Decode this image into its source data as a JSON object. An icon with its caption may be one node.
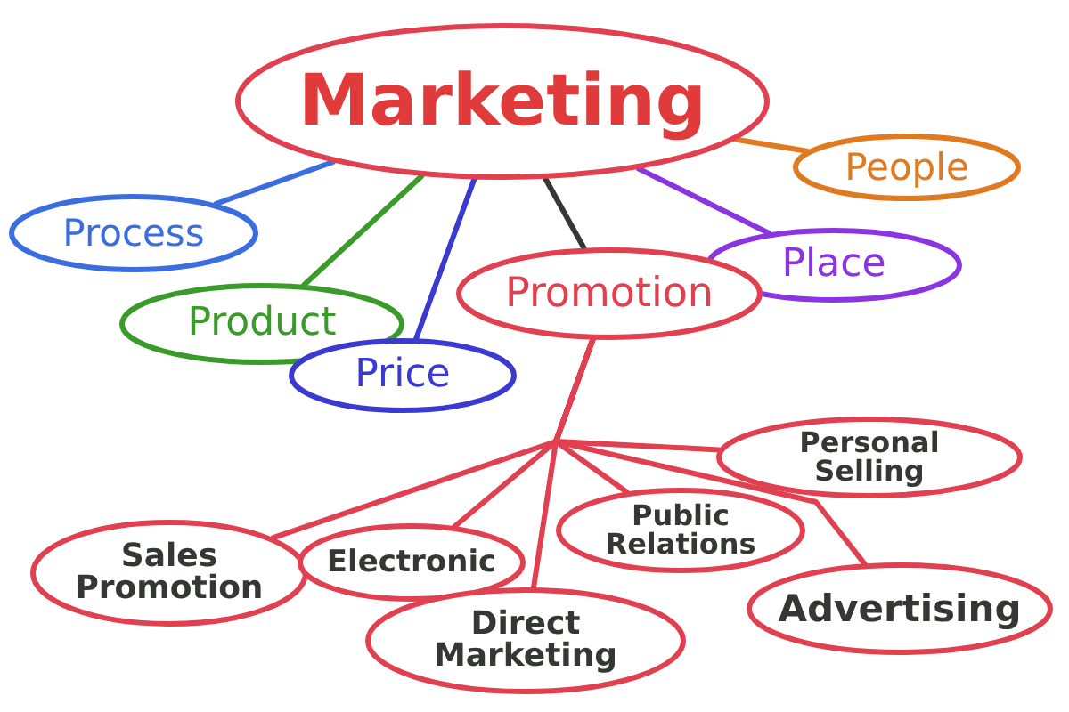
{
  "diagram": {
    "nodes": [
      {
        "text": [
          "Marketing"
        ]
      },
      {
        "text": [
          "People"
        ]
      },
      {
        "text": [
          "Process"
        ]
      },
      {
        "text": [
          "Place"
        ]
      },
      {
        "text": [
          "Product"
        ]
      },
      {
        "text": [
          "Promotion"
        ]
      },
      {
        "text": [
          "Price"
        ]
      },
      {
        "text": [
          "Personal Selling"
        ]
      },
      {
        "text": [
          "Public Relations"
        ]
      },
      {
        "text": [
          "Sales Promotion"
        ]
      },
      {
        "text": [
          "Electronic"
        ]
      },
      {
        "text": [
          "Advertising"
        ]
      },
      {
        "text": [
          "Direct Marketing"
        ]
      }
    ],
    "edges": [
      {
        "from": 0,
        "to": 1,
        "arrow": "none",
        "color": "#e07a20"
      },
      {
        "from": 0,
        "to": 2,
        "arrow": "none",
        "color": "#3a6ee0"
      },
      {
        "from": 0,
        "to": 3,
        "arrow": "none",
        "color": "#8a35e0"
      },
      {
        "from": 0,
        "to": 4,
        "arrow": "none",
        "color": "#3a9a2a"
      },
      {
        "from": 0,
        "to": 5,
        "arrow": "none",
        "color": "#333833"
      },
      {
        "from": 0,
        "to": 6,
        "arrow": "none",
        "color": "#3a3ad0"
      },
      {
        "from": 5,
        "to": 7,
        "arrow": "none"
      },
      {
        "from": 5,
        "to": 8,
        "arrow": "none"
      },
      {
        "from": 5,
        "to": 9,
        "arrow": "none"
      },
      {
        "from": 5,
        "to": 10,
        "arrow": "none"
      },
      {
        "from": 5,
        "to": 11,
        "arrow": "none"
      },
      {
        "from": 5,
        "to": 12,
        "arrow": "none"
      }
    ]
  }
}
